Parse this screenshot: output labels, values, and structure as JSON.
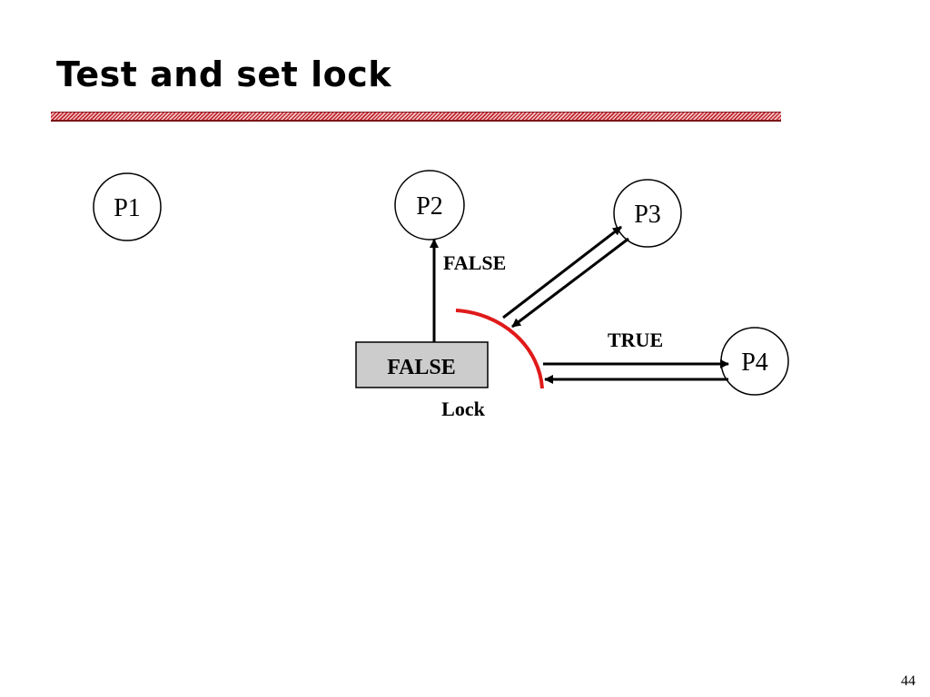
{
  "slide": {
    "title": "Test and set lock",
    "page_number": "44"
  },
  "diagram": {
    "processes": [
      {
        "id": "p1",
        "label": "P1"
      },
      {
        "id": "p2",
        "label": "P2"
      },
      {
        "id": "p3",
        "label": "P3"
      },
      {
        "id": "p4",
        "label": "P4"
      }
    ],
    "lock": {
      "value": "FALSE",
      "caption": "Lock",
      "fill": "#cccccc"
    },
    "edge_labels": {
      "p2_read": "FALSE",
      "p4_read": "TRUE"
    },
    "critical_arc_color": "#e01a1a"
  }
}
